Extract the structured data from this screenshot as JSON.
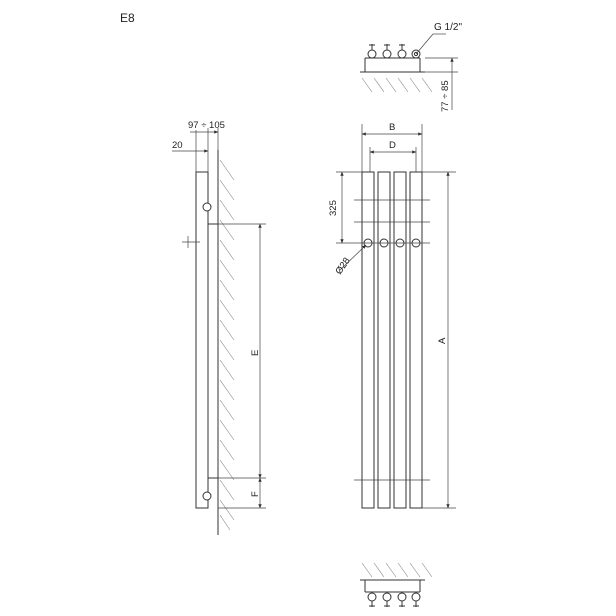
{
  "code": "E8",
  "labels": {
    "thread": "G 1/2\"",
    "connector_depth": "77 ÷ 85",
    "wall_distance": "97 ÷ 105",
    "offset": "20",
    "width_b": "B",
    "width_d": "D",
    "connection_height": "325",
    "diameter": "Ø28",
    "height_a": "A",
    "height_e": "E",
    "height_f": "F"
  },
  "colors": {
    "line": "#333333",
    "hatch": "#888888",
    "background": "#ffffff"
  }
}
